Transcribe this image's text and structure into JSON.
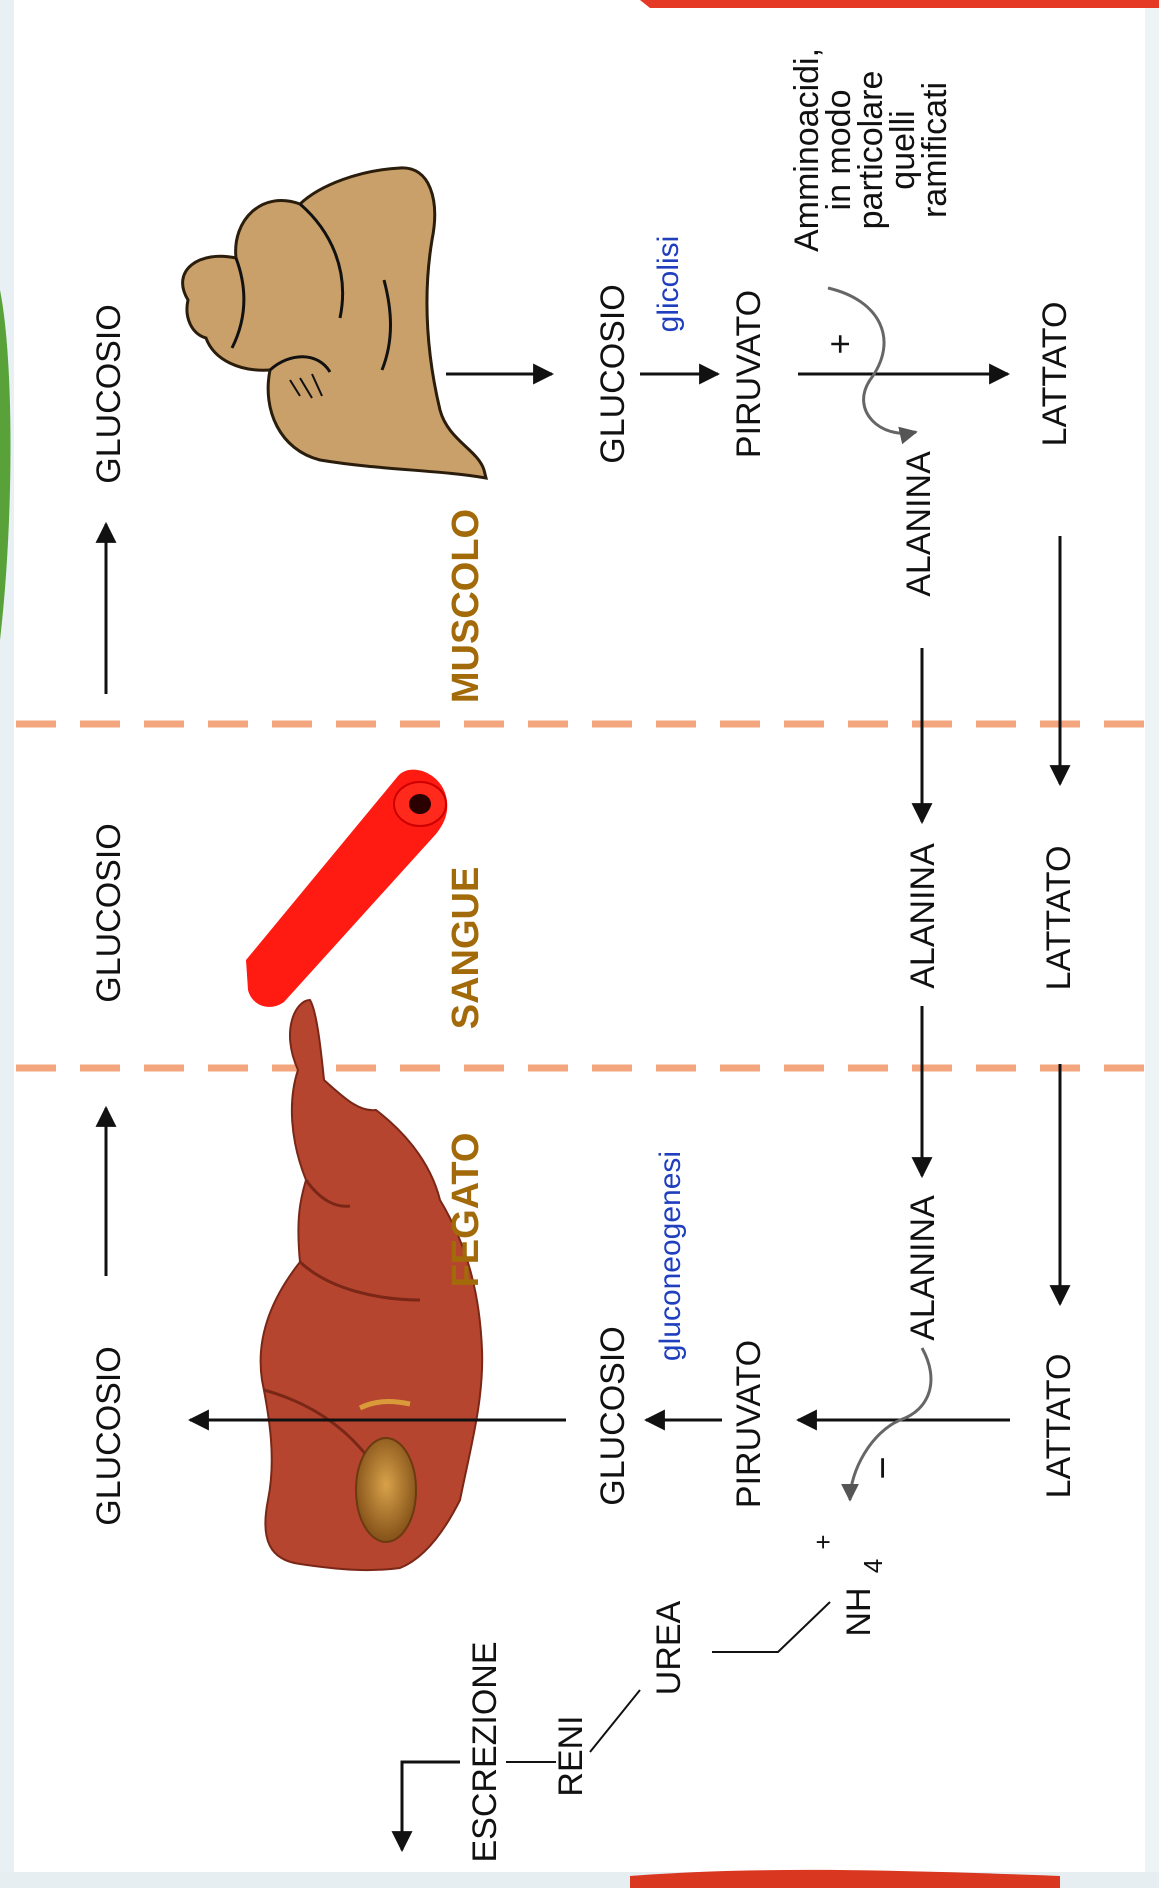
{
  "colors": {
    "organ_label": "#a36a0a",
    "process_label": "#1f3fbf",
    "divider": "#f3a57d",
    "blood_vessel": "#ff1a12",
    "muscle": "#c9a06a",
    "liver": "#b5452f"
  },
  "icons": [
    "muscle-icon",
    "blood-vessel-icon",
    "liver-icon"
  ],
  "organs": {
    "muscle": "MUSCOLO",
    "blood": "SANGUE",
    "liver": "FEGATO"
  },
  "muscle": {
    "glucose_in": "GLUCOSIO",
    "glucose": "GLUCOSIO",
    "glycolysis": "glicolisi",
    "pyruvate": "PIRUVATO",
    "amino_acids": [
      "Amminoacidi,",
      "in modo",
      "particolare",
      "quelli",
      "ramificati"
    ],
    "plus_sign": "+",
    "alanine": "ALANINA",
    "lactate": "LATTATO"
  },
  "blood": {
    "glucose": "GLUCOSIO",
    "alanine": "ALANINA",
    "lactate": "LATTATO"
  },
  "liver": {
    "glucose_out": "GLUCOSIO",
    "glucose": "GLUCOSIO",
    "gluconeogenesis": "gluconeogenesi",
    "pyruvate": "PIRUVATO",
    "alanine": "ALANINA",
    "lactate": "LATTATO",
    "minus_sign": "−",
    "ammonium": "NH",
    "ammonium_sub": "4",
    "ammonium_sup": "+"
  },
  "excretion": {
    "urea": "UREA",
    "kidneys": "RENI",
    "excretion": "ESCREZIONE"
  }
}
